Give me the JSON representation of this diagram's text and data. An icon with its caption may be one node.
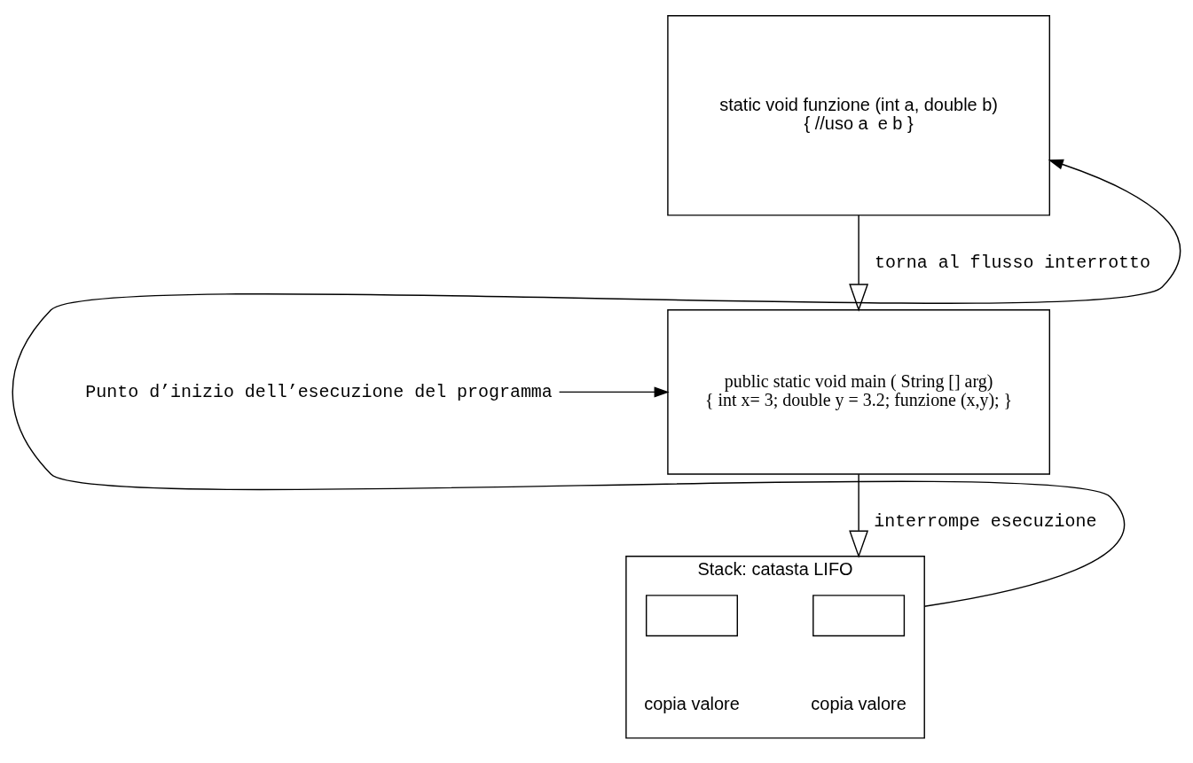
{
  "diagram": {
    "nodes": [
      {
        "text": [
          "static void funzione (int a, double b)",
          "{ //uso a  e b }"
        ]
      },
      {
        "text": [
          "public static void main ( String [] arg)",
          "{ int x= 3; double y = 3.2; funzione (x,y); }"
        ]
      },
      {
        "text": [
          "Stack: catasta LIFO"
        ]
      },
      {
        "text": [],
        "shape": "box",
        "in": 2,
        "beside": [
          "copia valore"
        ]
      },
      {
        "text": [],
        "shape": "box",
        "in": 2,
        "beside": [
          "copia valore"
        ]
      },
      {
        "text": [
          "Punto d’inizio dell’esecuzione del programma"
        ]
      }
    ],
    "edges": [
      {
        "from": 5,
        "to": 1,
        "arrow": "to"
      },
      {
        "from": 2,
        "to": 0,
        "arrow": "to"
      },
      {
        "from": 0,
        "to": 1,
        "arrow": "to",
        "label": "torna al flusso interrotto"
      },
      {
        "from": 1,
        "to": 2,
        "arrow": "to",
        "label": "interrompe esecuzione"
      }
    ]
  }
}
